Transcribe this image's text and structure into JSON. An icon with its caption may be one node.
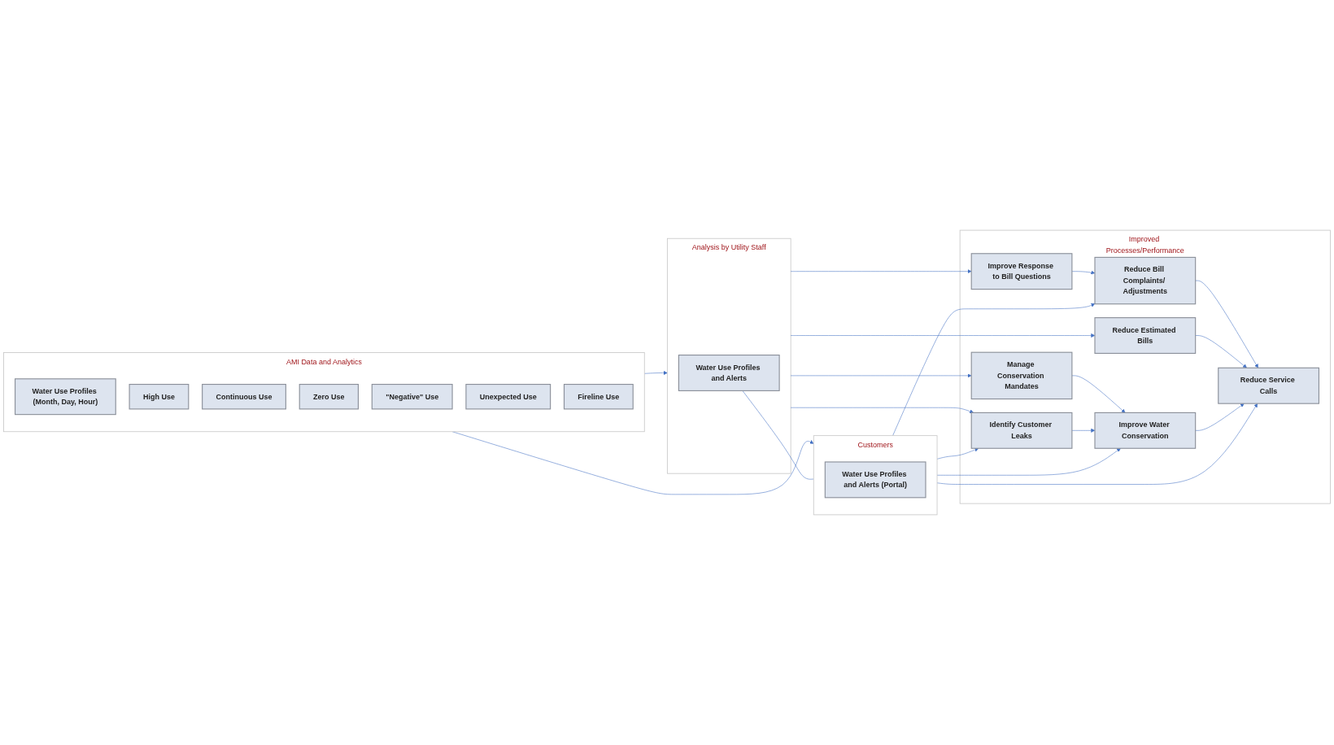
{
  "diagram": {
    "nodes": [
      {
        "text": [
          "AMI Data and Analytics"
        ]
      },
      {
        "text": [
          "Water Use Profiles (Month, Day, Hour)"
        ],
        "in": 0
      },
      {
        "text": [
          "High Use"
        ],
        "in": 0
      },
      {
        "text": [
          "Continuous Use"
        ],
        "in": 0
      },
      {
        "text": [
          "Zero Use"
        ],
        "in": 0
      },
      {
        "text": [
          "\"Negative\" Use"
        ],
        "in": 0
      },
      {
        "text": [
          "Unexpected Use"
        ],
        "in": 0
      },
      {
        "text": [
          "Fireline Use"
        ],
        "in": 0
      },
      {
        "text": [
          "Analysis by Utility Staff"
        ]
      },
      {
        "text": [
          "Water Use Profiles and Alerts"
        ],
        "in": 8
      },
      {
        "text": [
          "Customers"
        ]
      },
      {
        "text": [
          "Water Use Profiles and Alerts (Portal)"
        ],
        "in": 10
      },
      {
        "text": [
          "Improved Processes/Performance"
        ]
      },
      {
        "text": [
          "Improve Response to Bill Questions"
        ],
        "in": 12
      },
      {
        "text": [
          "Reduce Bill Complaints/ Adjustments"
        ],
        "in": 12
      },
      {
        "text": [
          "Reduce Service Calls"
        ],
        "in": 12
      },
      {
        "text": [
          "Reduce Estimated Bills"
        ],
        "in": 12
      },
      {
        "text": [
          "Manage Conservation Mandates"
        ],
        "in": 12
      },
      {
        "text": [
          "Improve Water Conservation"
        ],
        "in": 12
      },
      {
        "text": [
          "Identify Customer Leaks"
        ],
        "in": 12
      }
    ],
    "edges": [
      {
        "from": 0,
        "to": 8,
        "arrow": "to"
      },
      {
        "from": 0,
        "to": 10,
        "arrow": "to"
      },
      {
        "from": 8,
        "to": 13,
        "arrow": "to"
      },
      {
        "from": 8,
        "to": 16,
        "arrow": "to"
      },
      {
        "from": 8,
        "to": 17,
        "arrow": "to"
      },
      {
        "from": 8,
        "to": 19,
        "arrow": "to"
      },
      {
        "from": 9,
        "to": 10,
        "arrow": "none"
      },
      {
        "from": 10,
        "to": 19,
        "arrow": "to"
      },
      {
        "from": 13,
        "to": 14,
        "arrow": "to"
      },
      {
        "from": 14,
        "to": 15,
        "arrow": "to"
      },
      {
        "from": 16,
        "to": 15,
        "arrow": "to"
      },
      {
        "from": 17,
        "to": 18,
        "arrow": "to"
      },
      {
        "from": 18,
        "to": 15,
        "arrow": "to"
      },
      {
        "from": 19,
        "to": 18,
        "arrow": "to"
      },
      {
        "from": 10,
        "to": 18,
        "arrow": "to"
      },
      {
        "from": 10,
        "to": 14,
        "arrow": "to"
      },
      {
        "from": 10,
        "to": 15,
        "arrow": "to"
      }
    ]
  }
}
